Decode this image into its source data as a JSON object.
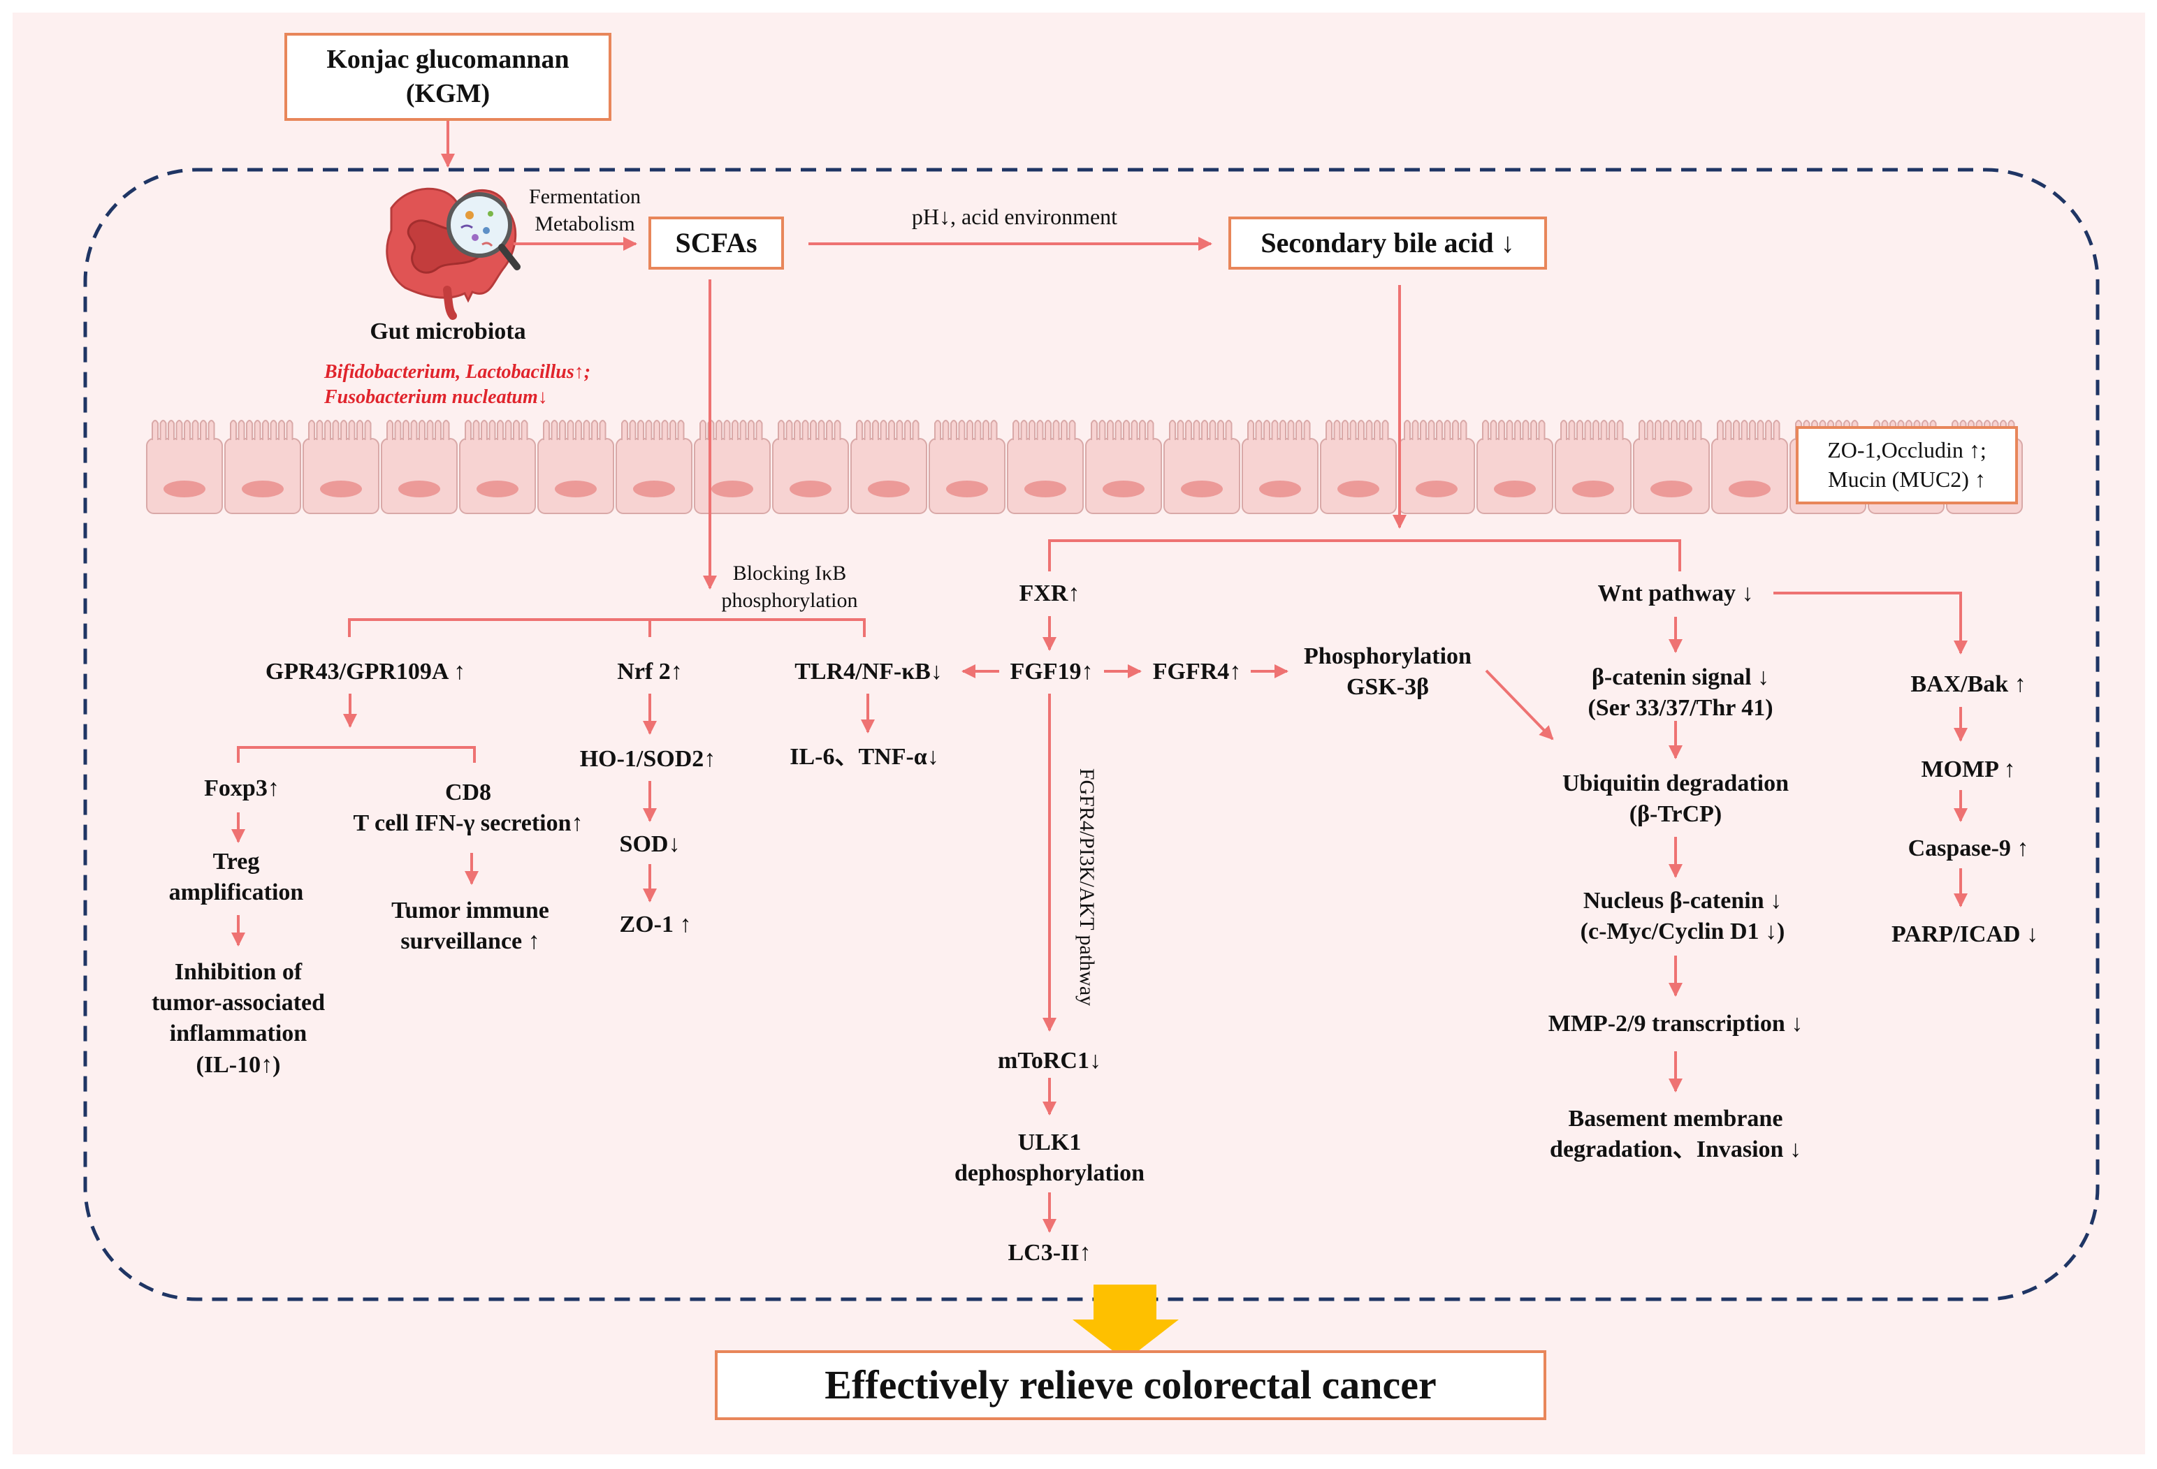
{
  "diagram": {
    "source_box": [
      "Konjac glucomannan",
      "(KGM)"
    ],
    "fermentation_label": [
      "Fermentation",
      "Metabolism"
    ],
    "scfas_box": "SCFAs",
    "ph_label": "pH↓,   acid environment",
    "bile_box": "Secondary bile acid ↓",
    "gut_microbiota": "Gut microbiota",
    "microbes": [
      "Bifidobacterium, Lactobacillus↑;",
      "Fusobacterium nucleatum↓"
    ],
    "barrier_box": [
      "ZO-1,Occludin ↑;",
      "Mucin (MUC2) ↑"
    ],
    "blocking_label": [
      "Blocking IκB",
      "phosphorylation"
    ],
    "left_branch": {
      "gpr": "GPR43/GPR109A ↑",
      "foxp3": "Foxp3↑",
      "treg": [
        "Treg",
        "amplification"
      ],
      "inhibition": [
        "Inhibition of",
        "tumor-associated",
        "inflammation",
        "(IL-10↑)"
      ],
      "cd8": [
        "CD8",
        "T cell IFN-γ secretion↑"
      ],
      "tumor_immune": [
        "Tumor immune",
        "surveillance ↑"
      ],
      "nrf2": "Nrf 2↑",
      "ho1": "HO-1/SOD2↑",
      "sod": "SOD↓",
      "zo1": "ZO-1 ↑",
      "tlr4": "TLR4/NF-κB↓",
      "il6": "IL-6、TNF-α↓"
    },
    "middle_branch": {
      "fxr": "FXR↑",
      "fgf19": "FGF19↑",
      "fgfr4": "FGFR4↑",
      "pathway_label": "FGFR4/PI3K/AKT pathway",
      "mtorc1": "mToRC1↓",
      "ulk1": [
        "ULK1",
        "dephosphorylation"
      ],
      "lc3": "LC3-II↑",
      "gsk": [
        "Phosphorylation",
        "GSK-3β"
      ]
    },
    "right_branch": {
      "wnt": "Wnt pathway ↓",
      "bcatenin": [
        "β-catenin signal ↓",
        "(Ser 33/37/Thr 41)"
      ],
      "ubiquitin": [
        "Ubiquitin degradation",
        "(β-TrCP)"
      ],
      "nucleus": [
        "Nucleus β-catenin ↓",
        "(c-Myc/Cyclin D1 ↓)"
      ],
      "mmp": "MMP-2/9 transcription ↓",
      "basement": [
        "Basement membrane",
        "degradation、Invasion ↓"
      ],
      "bax": "BAX/Bak ↑",
      "momp": "MOMP ↑",
      "caspase": "Caspase-9 ↑",
      "parp": "PARP/ICAD ↓"
    },
    "outcome_box": "Effectively relieve colorectal cancer"
  },
  "colors": {
    "arrow": "#ee7272",
    "box_border": "#e8865a",
    "dashed_border": "#1f3564",
    "background": "#fdf0f0",
    "epithelium": "#f7d3d2",
    "nucleus": "#ec9a98",
    "outcome_arrow": "#fec000",
    "microbe_text": "#e0242c"
  }
}
